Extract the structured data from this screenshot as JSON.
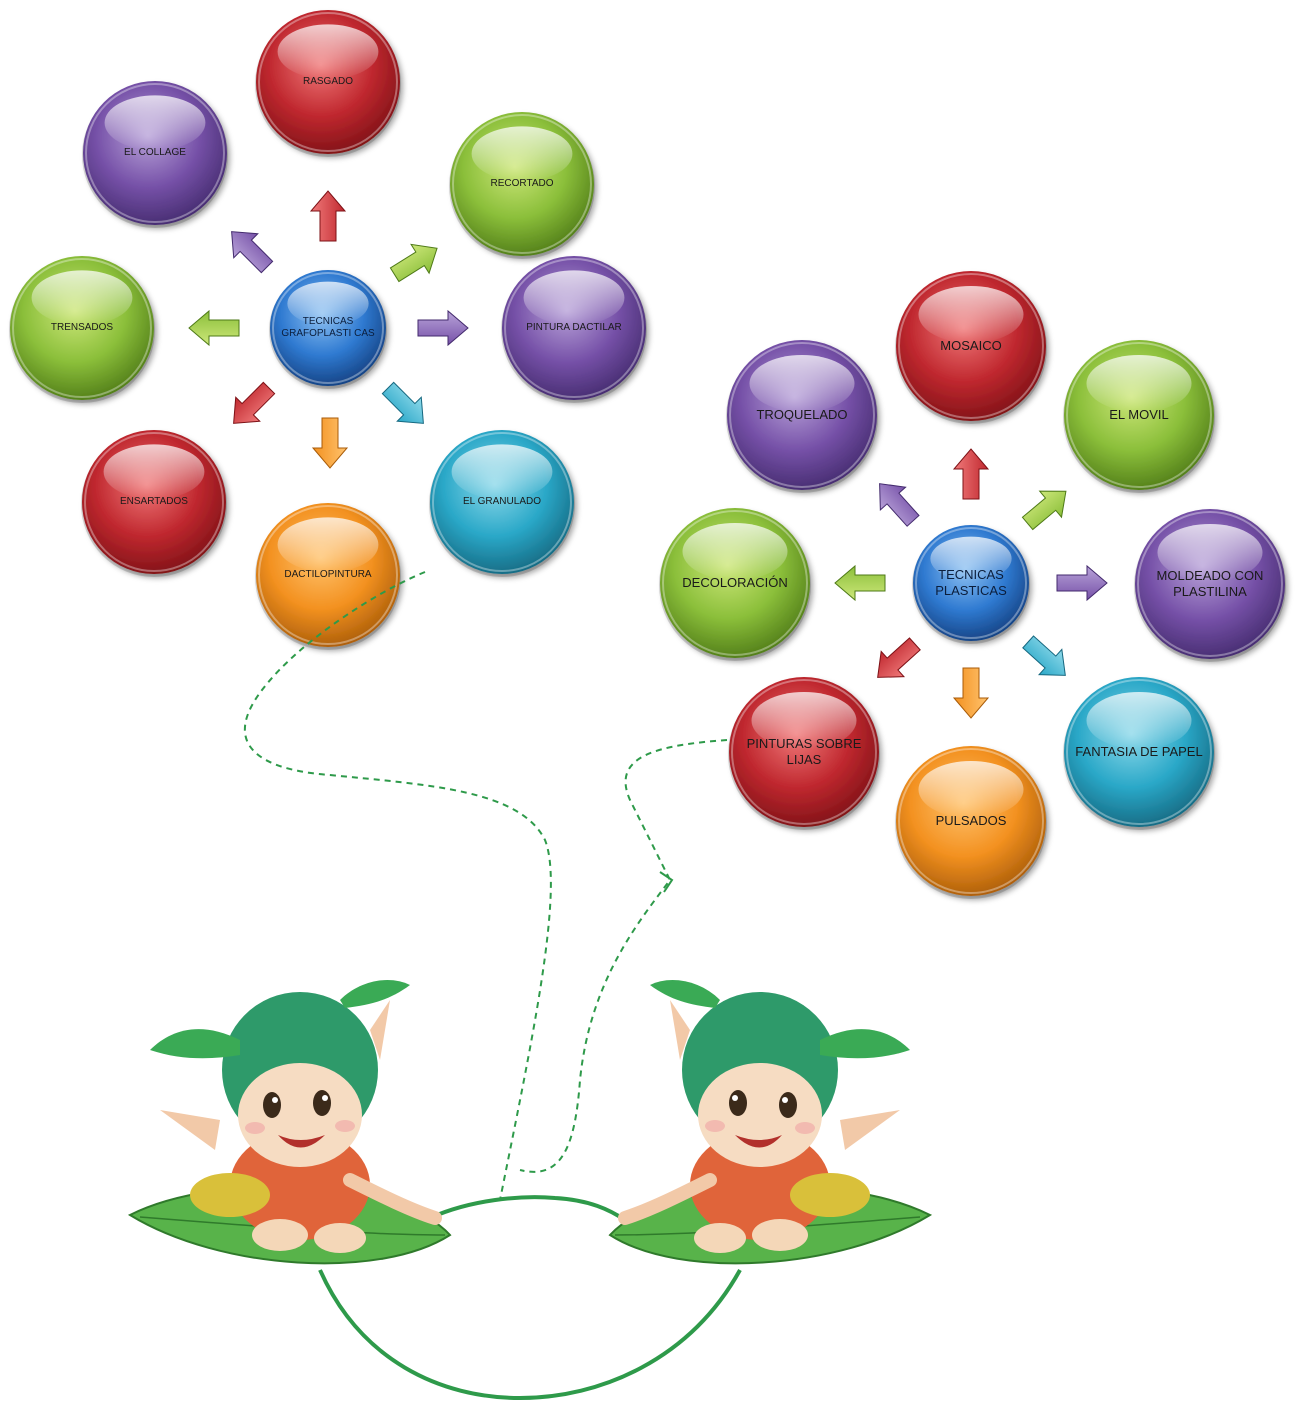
{
  "clusters": [
    {
      "id": "graf",
      "center": {
        "label": "TECNICAS GRAFOPLASTI CAS",
        "color": "blue"
      },
      "nodes": [
        {
          "label": "RASGADO",
          "color": "red"
        },
        {
          "label": "RECORTADO",
          "color": "green"
        },
        {
          "label": "PINTURA DACTILAR",
          "color": "purple"
        },
        {
          "label": "EL GRANULADO",
          "color": "teal"
        },
        {
          "label": "DACTILOPINTURA",
          "color": "orange"
        },
        {
          "label": "ENSARTADOS",
          "color": "red"
        },
        {
          "label": "TRENSADOS",
          "color": "green"
        },
        {
          "label": "EL COLLAGE",
          "color": "purple"
        }
      ]
    },
    {
      "id": "plast",
      "center": {
        "label": "TECNICAS PLASTICAS",
        "color": "blue"
      },
      "nodes": [
        {
          "label": "MOSAICO",
          "color": "red"
        },
        {
          "label": "EL MOVIL",
          "color": "green"
        },
        {
          "label": "MOLDEADO CON PLASTILINA",
          "color": "purple"
        },
        {
          "label": "FANTASIA DE PAPEL",
          "color": "teal"
        },
        {
          "label": "PULSADOS",
          "color": "orange"
        },
        {
          "label": "PINTURAS SOBRE LIJAS",
          "color": "red"
        },
        {
          "label": "DECOLORACIÓN",
          "color": "green"
        },
        {
          "label": "TROQUELADO",
          "color": "purple"
        }
      ]
    }
  ],
  "palette": {
    "red": [
      "#f07a7a",
      "#c0282f",
      "#7d1116"
    ],
    "green": [
      "#cde77a",
      "#8bbf3a",
      "#4e7a17"
    ],
    "purple": [
      "#b9a3d9",
      "#7651a8",
      "#432a6d"
    ],
    "teal": [
      "#8ed9ea",
      "#2aa8c8",
      "#15677f"
    ],
    "orange": [
      "#ffc36e",
      "#f39120",
      "#a85b08"
    ],
    "blue": [
      "#8fc2f2",
      "#2f7ad1",
      "#143f7f"
    ]
  },
  "decorations": [
    "elf-character-left",
    "elf-character-right",
    "dashed-connector-left",
    "dashed-connector-right",
    "jump-rope"
  ]
}
